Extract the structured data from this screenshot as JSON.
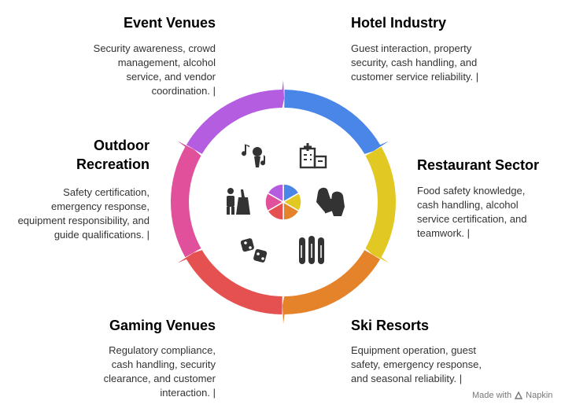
{
  "colors": {
    "event": "#4a86e8",
    "hotel": "#e2c823",
    "restaurant": "#e5832b",
    "ski": "#e55051",
    "gaming": "#e0509b",
    "outdoor": "#b55de0",
    "icon": "#333333",
    "text": "#333333"
  },
  "sectors": [
    {
      "key": "event",
      "title": "Event Venues",
      "description": "Security awareness, crowd management, alcohol service, and vendor coordination. |",
      "icon": "microphone-icon"
    },
    {
      "key": "hotel",
      "title": "Hotel Industry",
      "description": "Guest interaction, property security, cash handling, and customer service reliability. |",
      "icon": "hotel-icon"
    },
    {
      "key": "restaurant",
      "title": "Restaurant Sector",
      "description": "Food safety knowledge, cash handling, alcohol service certification, and teamwork. |",
      "icon": "oven-mitts-icon"
    },
    {
      "key": "ski",
      "title": "Ski Resorts",
      "description": "Equipment operation, guest safety, emergency response, and seasonal reliability. |",
      "icon": "skis-icon"
    },
    {
      "key": "gaming",
      "title": "Gaming Venues",
      "description": "Regulatory compliance, cash handling, security clearance, and customer interaction. |",
      "icon": "dice-icon"
    },
    {
      "key": "outdoor",
      "title": "Outdoor Recreation",
      "description": "Safety certification, emergency response, equipment responsibility, and guide qualifications. |",
      "icon": "hiker-icon"
    }
  ],
  "brand": {
    "made_with": "Made with",
    "name": "Napkin"
  }
}
